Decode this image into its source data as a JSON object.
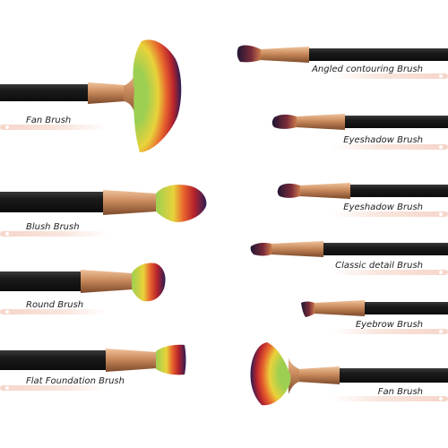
{
  "colors": {
    "handle": "#151515",
    "ferrule": "#c98a5c",
    "ferrule_dark": "#8c5634",
    "bristle_green": "#9dcf52",
    "bristle_yellow": "#e9d23a",
    "bristle_orange": "#e8632d",
    "bristle_red": "#b8242d",
    "bristle_purple": "#2c1d52",
    "label_bar": "#f6d5c9"
  },
  "labels": {
    "left": [
      {
        "name": "Fan Brush"
      },
      {
        "name": "Blush Brush"
      },
      {
        "name": "Round Brush"
      },
      {
        "name": "Flat Foundation Brush"
      }
    ],
    "right": [
      {
        "name": "Angled contouring Brush"
      },
      {
        "name": "Eyeshadow Brush"
      },
      {
        "name": "Eyeshadow Brush"
      },
      {
        "name": "Classic detail Brush"
      },
      {
        "name": "Eyebrow Brush"
      },
      {
        "name": "Fan Brush"
      }
    ]
  }
}
